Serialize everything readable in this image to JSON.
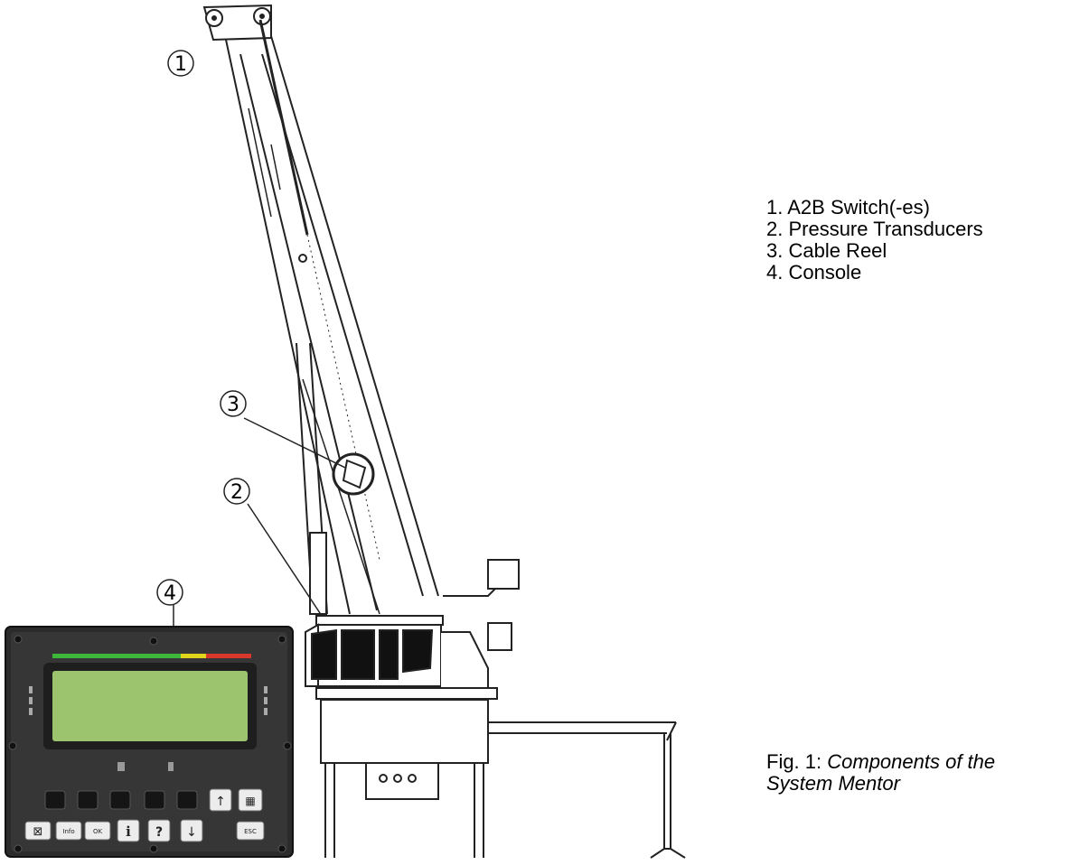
{
  "callouts": [
    "1",
    "2",
    "3",
    "4"
  ],
  "legend": {
    "items": [
      "1. A2B Switch(-es)",
      "2. Pressure Transducers",
      "3. Cable Reel",
      "4. Console"
    ]
  },
  "caption": {
    "prefix": "Fig. 1: ",
    "line1_italic": "Components of the",
    "line2_italic": "System Mentor"
  },
  "console": {
    "key_labels": [
      "⊠",
      "Info",
      "OK",
      "i",
      "?",
      "↓",
      "ESC",
      "↑",
      "▦"
    ],
    "status_colors": {
      "green": "#3db83a",
      "yellow": "#e0d41c",
      "red": "#d8382c"
    },
    "lcd_color": "#9cc46e",
    "panel_color": "#2b2b2b"
  }
}
